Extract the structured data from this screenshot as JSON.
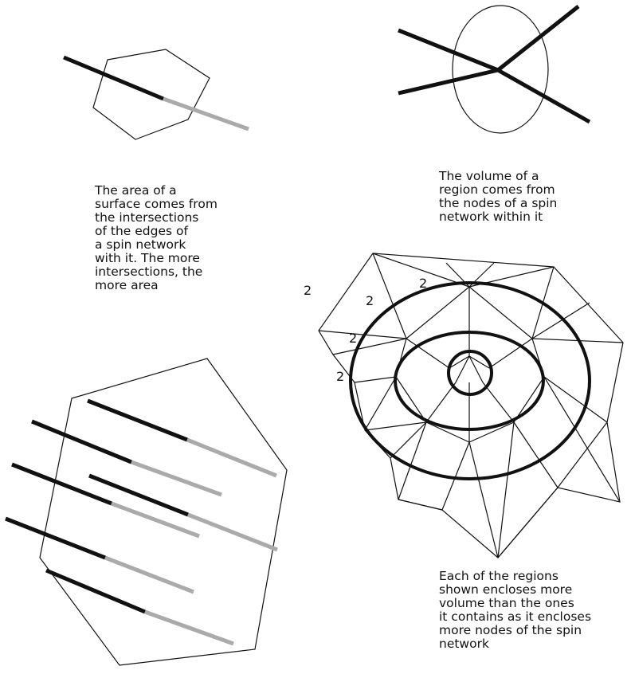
{
  "captions": {
    "area": "The area of a\nsurface comes from\nthe intersections\nof the edges of\na spin network\nwith it. The more\nintersections, the\nmore area",
    "volume": "The volume of a\nregion comes from\nthe nodes of a spin\nnetwork within it",
    "regions": "Each of the regions\nshown encloses more\nvolume than the ones\nit contains as it encloses\nmore nodes of the spin\nnetwork"
  },
  "edge_labels": [
    "2",
    "2",
    "2",
    "2",
    "2"
  ],
  "colors": {
    "edge_inside": "#111111",
    "edge_outside": "#aaaaaa",
    "line": "#111111"
  }
}
